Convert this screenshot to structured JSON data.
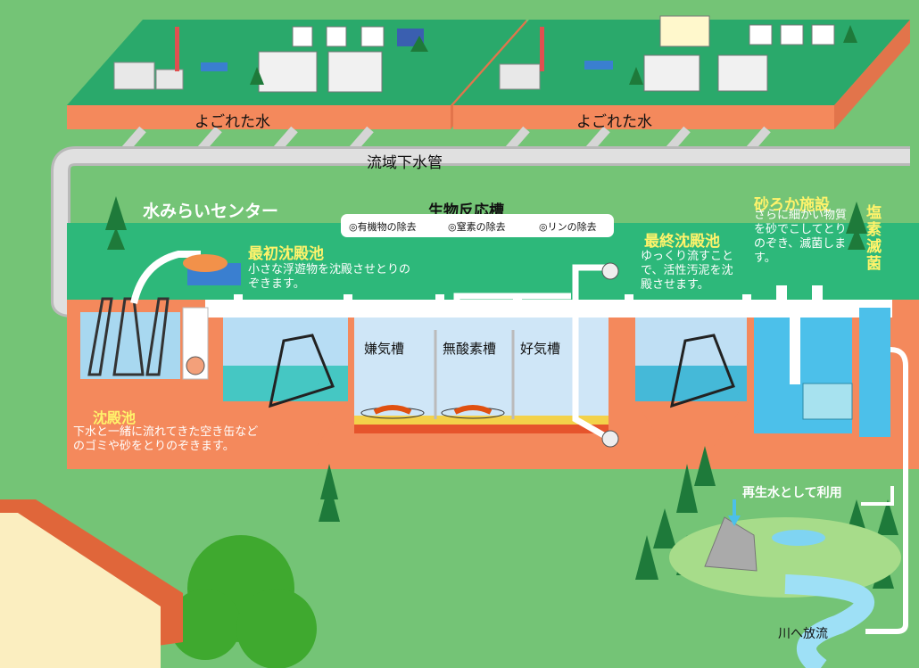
{
  "labels": {
    "dirty_water_left": "よごれた水",
    "dirty_water_right": "よごれた水",
    "trunk_sewer": "流域下水管",
    "center_name": "水みらいセンター",
    "bio_tank": "生物反応槽",
    "bio_removal_1": "◎有機物の除去",
    "bio_removal_2": "◎窒素の除去",
    "bio_removal_3": "◎リンの除去",
    "anaerobic": "嫌気槽",
    "anoxic": "無酸素槽",
    "aerobic": "好気槽",
    "reuse": "再生水として利用",
    "river": "川へ放流"
  },
  "stages": {
    "grit": {
      "title": "沈殿池",
      "desc": "下水と一緒に流れてきた空き缶などのゴミや砂をとりのぞきます。"
    },
    "primary": {
      "title": "最初沈殿池",
      "desc": "小さな浮遊物を沈殿させとりのぞきます。"
    },
    "final": {
      "title": "最終沈殿池",
      "desc": "ゆっくり流すことで、活性汚泥を沈殿させます。"
    },
    "sand": {
      "title": "砂ろか施設",
      "desc": "さらに細かい物質を砂でこしてとりのぞき、滅菌します。"
    },
    "chlorine": {
      "title": "塩素滅菌"
    }
  },
  "colors": {
    "background": "#74c476",
    "plant_band": "#2db87a",
    "ground_side": "#f4895c",
    "pipe": "#d5d5d5",
    "water": "#4ec4ec",
    "accent_yellow": "#fff36b"
  }
}
